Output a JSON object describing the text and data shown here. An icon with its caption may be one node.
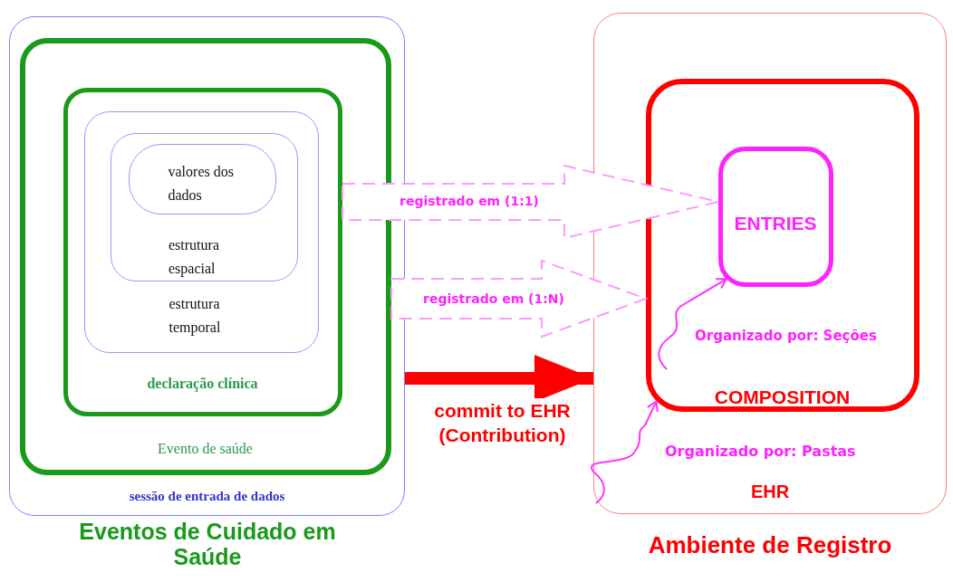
{
  "diagram": {
    "nodes": [
      {
        "text": [
          "sessão de entrada de dados",
          "Eventos de Cuidado em Saúde"
        ]
      },
      {
        "text": [
          "Evento de saúde"
        ],
        "in": 0
      },
      {
        "text": [
          "declaração clínica"
        ],
        "in": 1
      },
      {
        "text": [
          "estrutura temporal"
        ],
        "in": 2
      },
      {
        "text": [
          "estrutura espacial"
        ],
        "in": 3
      },
      {
        "text": [
          "valores dos dados"
        ],
        "in": 4
      },
      {
        "text": [
          "EHR",
          "Ambiente de Registro"
        ]
      },
      {
        "text": [
          "COMPOSITION"
        ],
        "in": 6
      },
      {
        "text": [
          "ENTRIES"
        ],
        "in": 7
      }
    ],
    "edges": [
      {
        "from": 2,
        "to": 8,
        "arrow": "to",
        "label": "registrado em (1:1)",
        "style": "dashed",
        "color": "#ff99ff"
      },
      {
        "from": 1,
        "to": 7,
        "arrow": "to",
        "label": "registrado em (1:N)",
        "style": "dashed",
        "color": "#ff99ff"
      },
      {
        "from": 0,
        "to": 6,
        "arrow": "to",
        "label": "commit to EHR (Contribution)",
        "style": "thick",
        "color": "#ff0000"
      },
      {
        "from": null,
        "to": 8,
        "arrow": "to",
        "color": "#ff33ff"
      },
      {
        "from": null,
        "to": 7,
        "arrow": "to",
        "color": "#ff33ff"
      }
    ],
    "labels": [
      "Organizado por: Seções",
      "Organizado por: Pastas"
    ]
  }
}
